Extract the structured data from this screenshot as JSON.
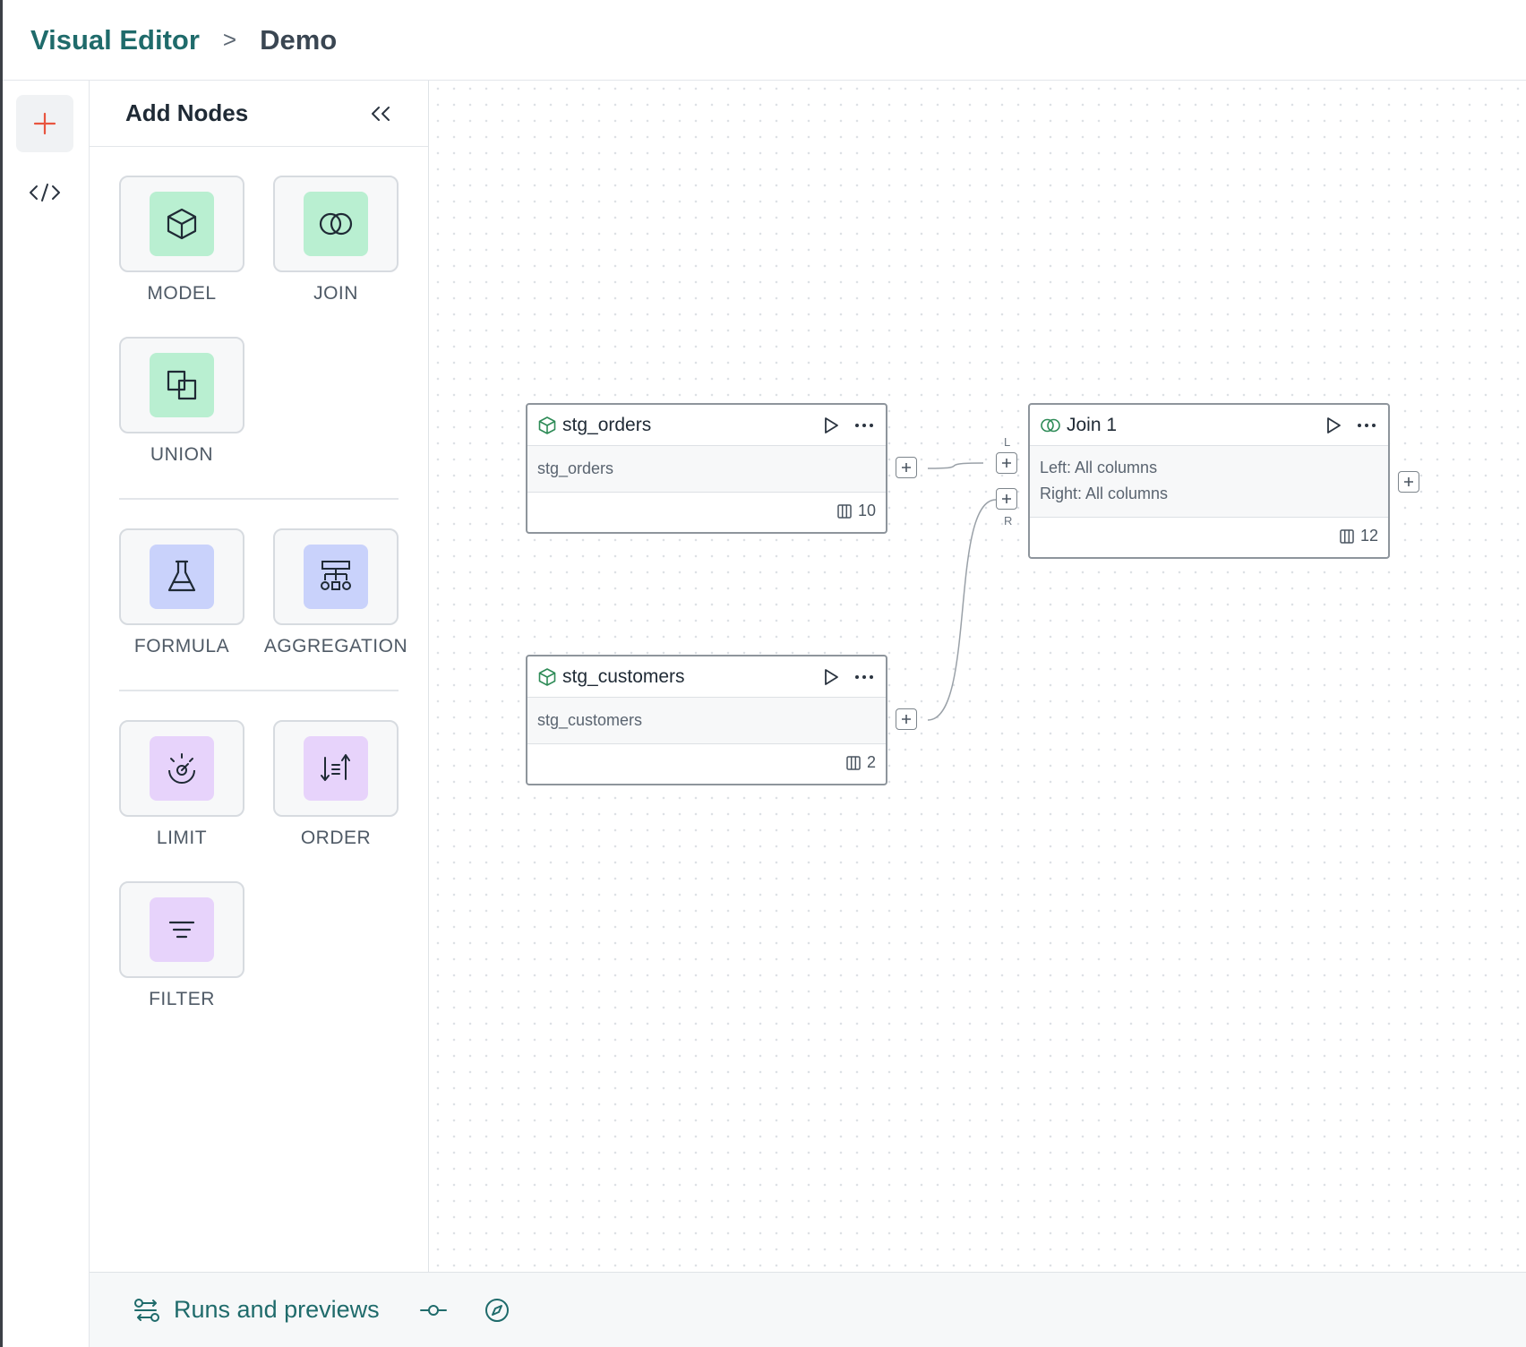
{
  "header": {
    "breadcrumb_root": "Visual Editor",
    "breadcrumb_sep": ">",
    "breadcrumb_current": "Demo"
  },
  "rail": {
    "items": [
      "plus-icon",
      "code-icon"
    ]
  },
  "panel": {
    "title": "Add Nodes",
    "collapse_icon": "chevrons-left-icon",
    "tiles": [
      {
        "label": "MODEL",
        "icon": "cube-icon",
        "color": "#b9efd1"
      },
      {
        "label": "JOIN",
        "icon": "join-icon",
        "color": "#b9efd1"
      },
      {
        "label": "UNION",
        "icon": "union-icon",
        "color": "#b9efd1"
      },
      {
        "label": "FORMULA",
        "icon": "flask-icon",
        "color": "#c9d2fb"
      },
      {
        "label": "AGGREGATION",
        "icon": "aggregation-icon",
        "color": "#c9d2fb"
      },
      {
        "label": "LIMIT",
        "icon": "limit-icon",
        "color": "#e7d3fb"
      },
      {
        "label": "ORDER",
        "icon": "sort-icon",
        "color": "#e7d3fb"
      },
      {
        "label": "FILTER",
        "icon": "filter-icon",
        "color": "#e7d3fb"
      }
    ]
  },
  "canvas": {
    "nodes": [
      {
        "id": "stg_orders",
        "title": "stg_orders",
        "body": [
          "stg_orders"
        ],
        "column_count": "10"
      },
      {
        "id": "stg_customers",
        "title": "stg_customers",
        "body": [
          "stg_customers"
        ],
        "column_count": "2"
      },
      {
        "id": "join_1",
        "title": "Join 1",
        "body": [
          "Left: All columns",
          "Right: All columns"
        ],
        "column_count": "12"
      }
    ],
    "ports": {
      "left_label": "L",
      "right_label": "R"
    }
  },
  "footer": {
    "runs_label": "Runs and previews"
  },
  "colors": {
    "accent": "#1f6b6b",
    "add": "#e8553f",
    "model_icon": "#2e8b57"
  }
}
